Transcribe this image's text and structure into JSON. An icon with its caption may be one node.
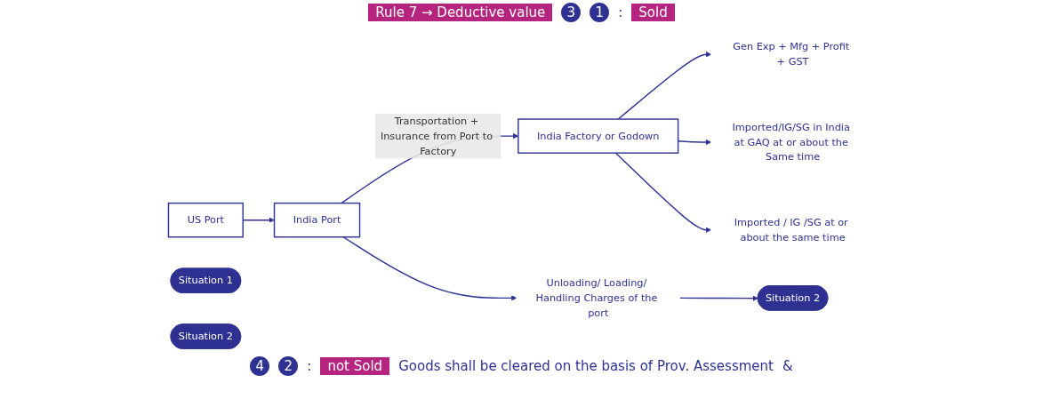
{
  "diagram": {
    "nodes": [
      {
        "text": [
          "US Port"
        ]
      },
      {
        "text": [
          "India Port"
        ]
      },
      {
        "text": [
          "India Factory or Godown"
        ]
      },
      {
        "text": [
          "Unloading/ Loading/ Handling Charges of the port"
        ]
      },
      {
        "text": [
          "Situation 2"
        ]
      },
      {
        "text": [
          "Gen Exp + Mfg + Profit + GST"
        ]
      },
      {
        "text": [
          "Situation 1"
        ]
      },
      {
        "text": [
          "Imported/IG/SG in India at GAQ at or about the Same time"
        ]
      },
      {
        "text": [
          "Situation 2"
        ]
      },
      {
        "text": [
          "Imported / IG /SG at or about the same time"
        ]
      }
    ],
    "edges": [
      {
        "from": 0,
        "to": 1,
        "arrow": "to"
      },
      {
        "from": 1,
        "to": 2,
        "arrow": "to",
        "label": "Transportation + Insurance from Port to Factory"
      },
      {
        "from": 1,
        "to": 3,
        "arrow": "to"
      },
      {
        "from": 3,
        "to": 4,
        "arrow": "to"
      },
      {
        "from": 2,
        "to": 5,
        "arrow": "to"
      },
      {
        "from": 2,
        "to": 7,
        "arrow": "to"
      },
      {
        "from": 2,
        "to": 9,
        "arrow": "to"
      }
    ],
    "labels": [
      "Rule 7 → Deductive value",
      "3",
      "1",
      ":",
      "Sold",
      "4",
      "2",
      ":",
      "not Sold",
      "Goods shall be cleared on the basis of Prov. Assessment",
      "&"
    ]
  }
}
